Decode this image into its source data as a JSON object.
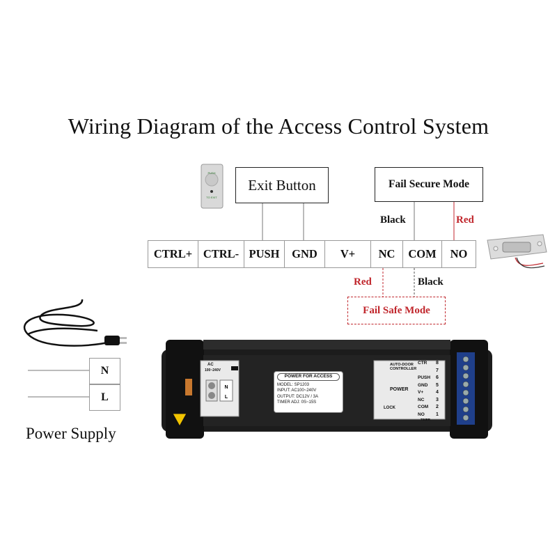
{
  "title": "Wiring Diagram of the Access Control System",
  "exit_button": {
    "label": "Exit Button",
    "face_push": "PUSH",
    "face_exit": "TO EXIT"
  },
  "fail_secure": {
    "label": "Fail Secure Mode",
    "wire_black": "Black",
    "wire_red": "Red"
  },
  "fail_safe": {
    "label": "Fail Safe Mode",
    "wire_red": "Red",
    "wire_black": "Black"
  },
  "terminals": [
    "CTRL+",
    "CTRL-",
    "PUSH",
    "GND",
    "V+",
    "NC",
    "COM",
    "NO"
  ],
  "power_supply": {
    "label": "Power Supply",
    "n": "N",
    "l": "L"
  },
  "device": {
    "ac_label": "AC\n100~240V",
    "n": "N",
    "l": "L",
    "label_header": "POWER FOR ACCESS",
    "model": "MODEL: SP1203",
    "input": "INPUT: AC100~240V",
    "output": "OUTPUT: DC12V / 3A",
    "timer": "TIMER ADJ: 0S~15S",
    "auto_door": "AUTO-DOOR CONTROLLER",
    "ctr": "CTR",
    "power": "POWER",
    "lock": "LOCK",
    "timer_small": "TIMER",
    "pins": [
      {
        "label": "CTR",
        "num": "8"
      },
      {
        "label": "",
        "num": "7"
      },
      {
        "label": "PUSH",
        "num": "6"
      },
      {
        "label": "GND",
        "num": "5"
      },
      {
        "label": "V+",
        "num": "4"
      },
      {
        "label": "NC",
        "num": "3"
      },
      {
        "label": "COM",
        "num": "2"
      },
      {
        "label": "NO",
        "num": "1"
      }
    ]
  },
  "colors": {
    "red_wire": "#c0262c",
    "device_body": "#1c1c1c"
  }
}
